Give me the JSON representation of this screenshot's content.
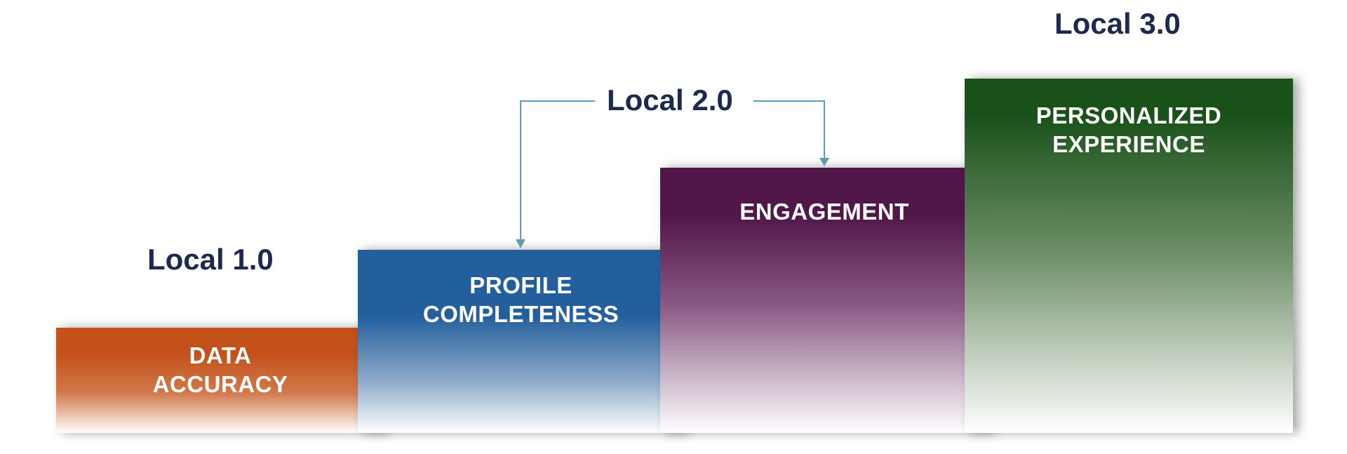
{
  "stages": {
    "local_1": "Local 1.0",
    "local_2": "Local 2.0",
    "local_3": "Local 3.0"
  },
  "steps": [
    {
      "line1": "DATA",
      "line2": "ACCURACY",
      "color": "#c4511a"
    },
    {
      "line1": "PROFILE",
      "line2": "COMPLETENESS",
      "color": "#235f9d"
    },
    {
      "line1": "ENGAGEMENT",
      "line2": "",
      "color": "#511749"
    },
    {
      "line1": "PERSONALIZED",
      "line2": "EXPERIENCE",
      "color": "#195119"
    }
  ],
  "colors": {
    "title_text": "#1b2a4e",
    "connector": "#5f9db0"
  }
}
